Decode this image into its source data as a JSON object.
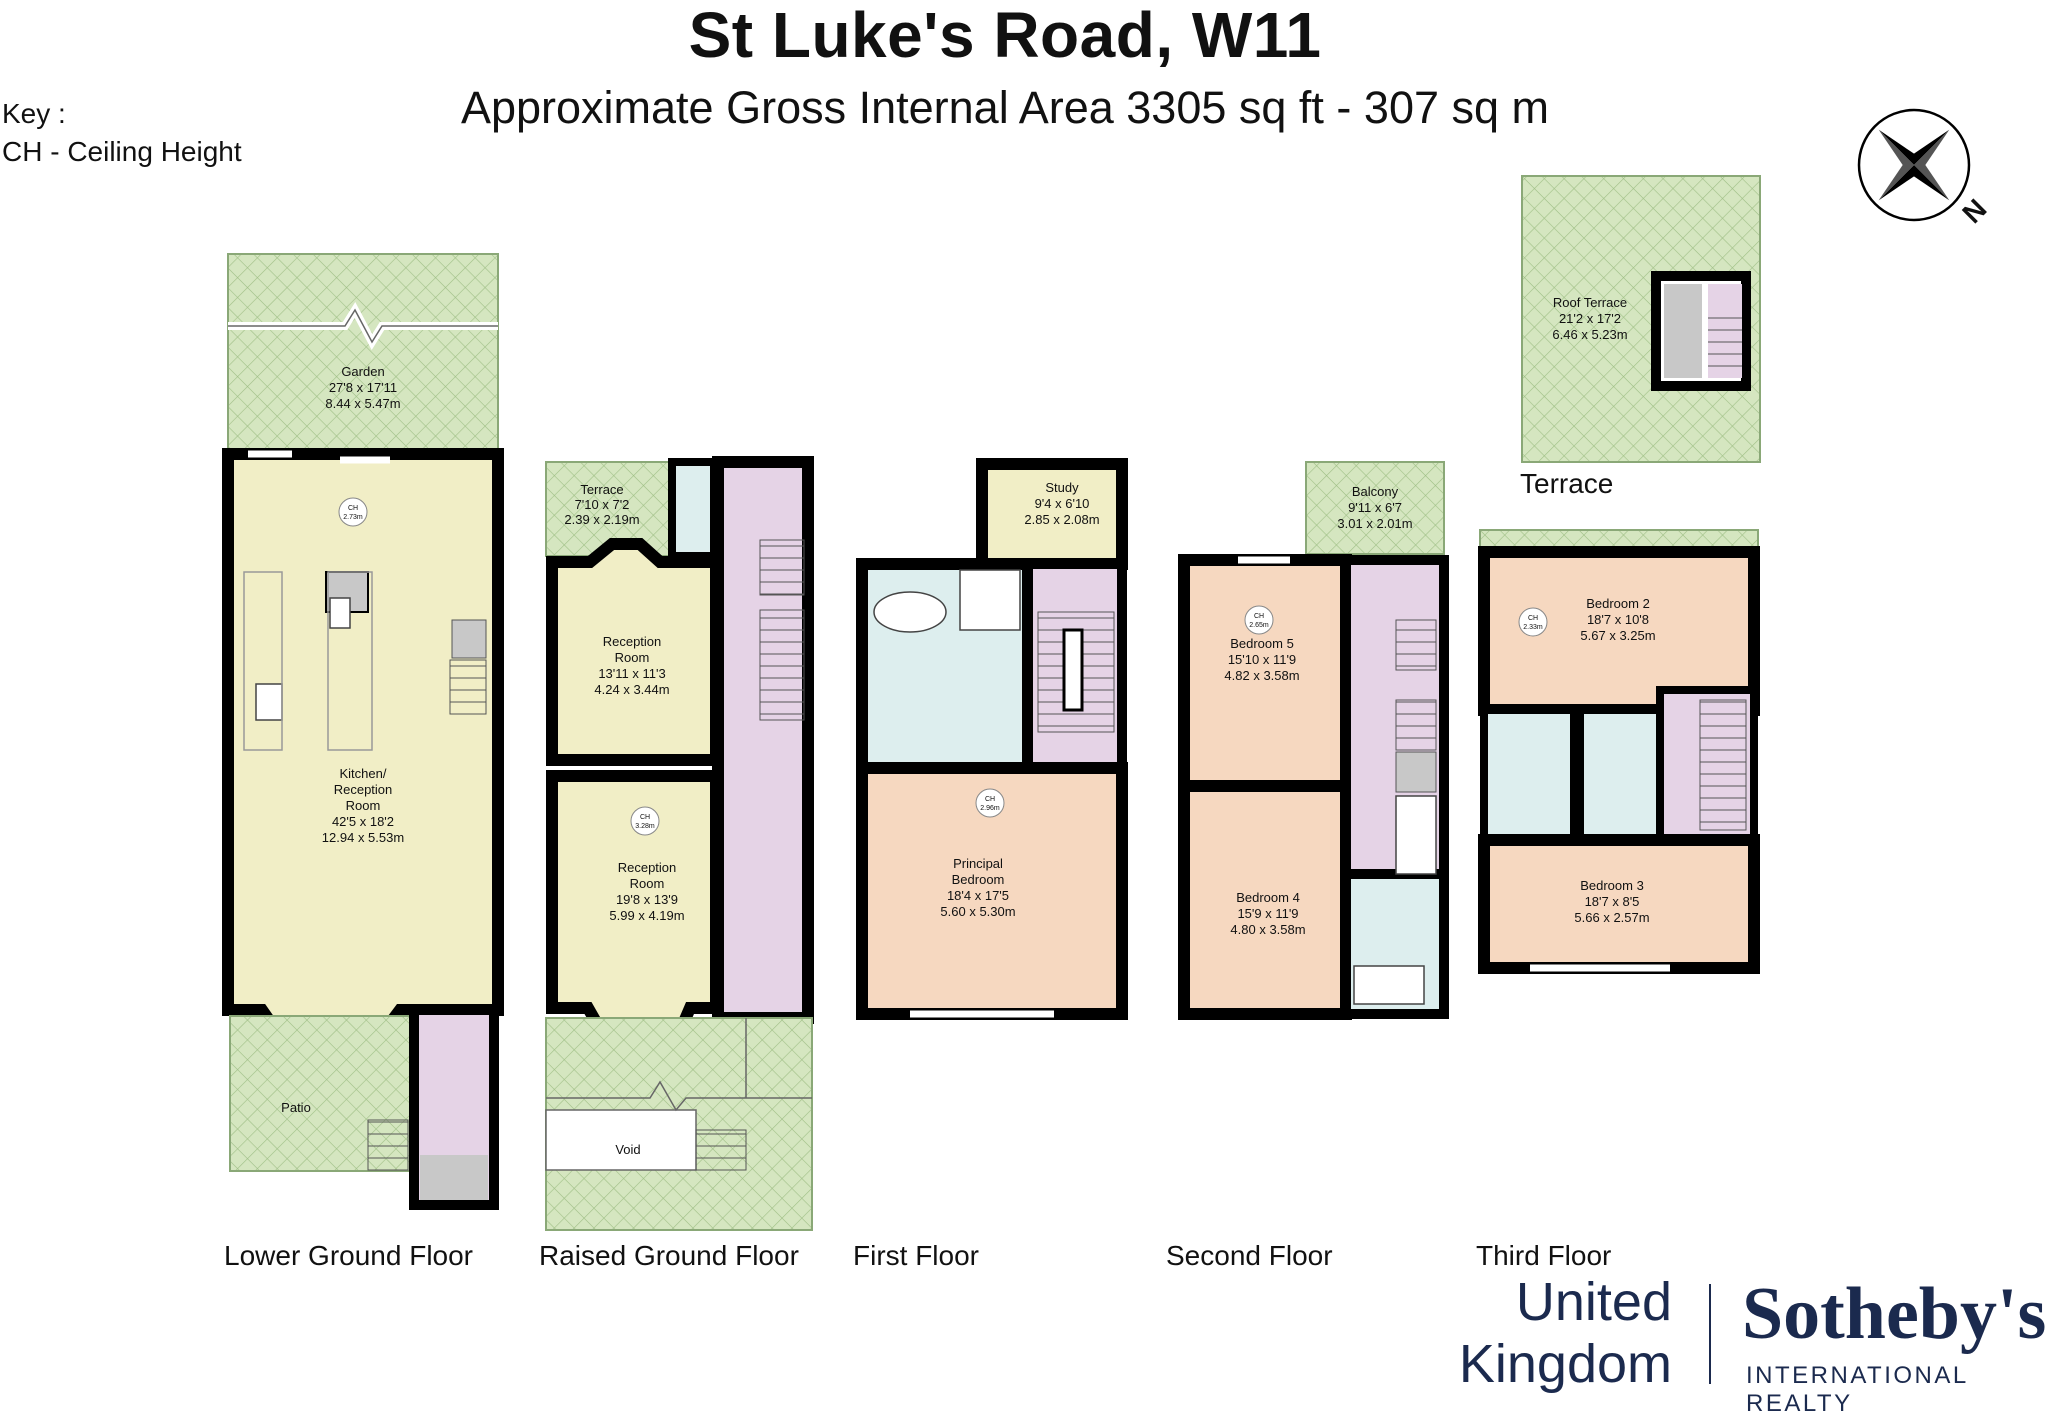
{
  "title": "St Luke's Road, W11",
  "subtitle": "Approximate Gross Internal Area 3305 sq ft - 307 sq m",
  "key": {
    "heading": "Key :",
    "entry": "CH - Ceiling Height"
  },
  "compass": {
    "label": "N",
    "icon": "compass-rose-icon"
  },
  "colors": {
    "outdoor": "#d5e6c0",
    "reception": "#f1eec6",
    "bedroom": "#f6d8c0",
    "circulation": "#e5d3e6",
    "bathroom": "#ddeeee",
    "service": "#c8c8c8",
    "wall": "#000000",
    "brand": "#1b2a4e"
  },
  "floors": [
    {
      "id": "lower-ground",
      "label": "Lower Ground Floor"
    },
    {
      "id": "raised-ground",
      "label": "Raised Ground Floor"
    },
    {
      "id": "first",
      "label": "First Floor"
    },
    {
      "id": "second",
      "label": "Second Floor"
    },
    {
      "id": "third",
      "label": "Third Floor"
    }
  ],
  "terrace_label": "Terrace",
  "rooms": {
    "garden": {
      "name": "Garden",
      "imperial": "27'8 x 17'11",
      "metric": "8.44 x 5.47m"
    },
    "kitchen": {
      "name_lines": [
        "Kitchen/",
        "Reception",
        "Room"
      ],
      "imperial": "42'5 x 18'2",
      "metric": "12.94 x 5.53m",
      "ch": "2.73m"
    },
    "patio": {
      "name": "Patio"
    },
    "terrace": {
      "name": "Terrace",
      "imperial": "7'10 x 7'2",
      "metric": "2.39 x 2.19m"
    },
    "reception1": {
      "name_lines": [
        "Reception",
        "Room"
      ],
      "imperial": "13'11 x 11'3",
      "metric": "4.24 x 3.44m"
    },
    "reception2": {
      "name_lines": [
        "Reception",
        "Room"
      ],
      "imperial": "19'8 x 13'9",
      "metric": "5.99 x 4.19m",
      "ch": "3.28m"
    },
    "void": {
      "name": "Void"
    },
    "study": {
      "name": "Study",
      "imperial": "9'4 x 6'10",
      "metric": "2.85 x 2.08m"
    },
    "principal": {
      "name_lines": [
        "Principal",
        "Bedroom"
      ],
      "imperial": "18'4 x 17'5",
      "metric": "5.60 x 5.30m",
      "ch": "2.96m"
    },
    "balcony": {
      "name": "Balcony",
      "imperial": "9'11 x 6'7",
      "metric": "3.01 x 2.01m"
    },
    "bedroom5": {
      "name": "Bedroom 5",
      "imperial": "15'10 x 11'9",
      "metric": "4.82 x 3.58m",
      "ch": "2.65m"
    },
    "bedroom4": {
      "name": "Bedroom 4",
      "imperial": "15'9 x 11'9",
      "metric": "4.80 x 3.58m"
    },
    "roof_terrace": {
      "name": "Roof Terrace",
      "imperial": "21'2 x 17'2",
      "metric": "6.46 x 5.23m"
    },
    "bedroom2": {
      "name": "Bedroom 2",
      "imperial": "18'7 x 10'8",
      "metric": "5.67 x 3.25m",
      "ch": "2.33m"
    },
    "bedroom3": {
      "name": "Bedroom 3",
      "imperial": "18'7 x 8'5",
      "metric": "5.66 x 2.57m"
    }
  },
  "ch_prefix": "CH",
  "brand": {
    "line1": "United",
    "line2": "Kingdom",
    "name": "Sotheby's",
    "tagline": "INTERNATIONAL REALTY"
  }
}
